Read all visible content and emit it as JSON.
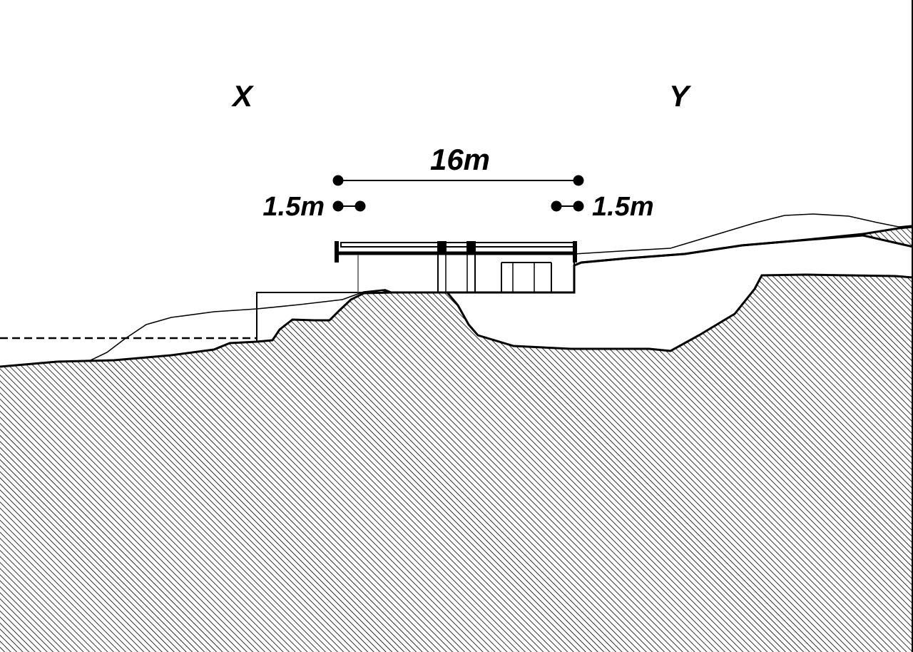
{
  "labels": {
    "point_x": "X",
    "point_y": "Y",
    "span_dimension": "16m",
    "left_offset_dimension": "1.5m",
    "right_offset_dimension": "1.5m"
  },
  "colors": {
    "ink": "#000000",
    "hatch": "#000000",
    "hatch_background": "#ffffff",
    "background": "#ffffff"
  }
}
